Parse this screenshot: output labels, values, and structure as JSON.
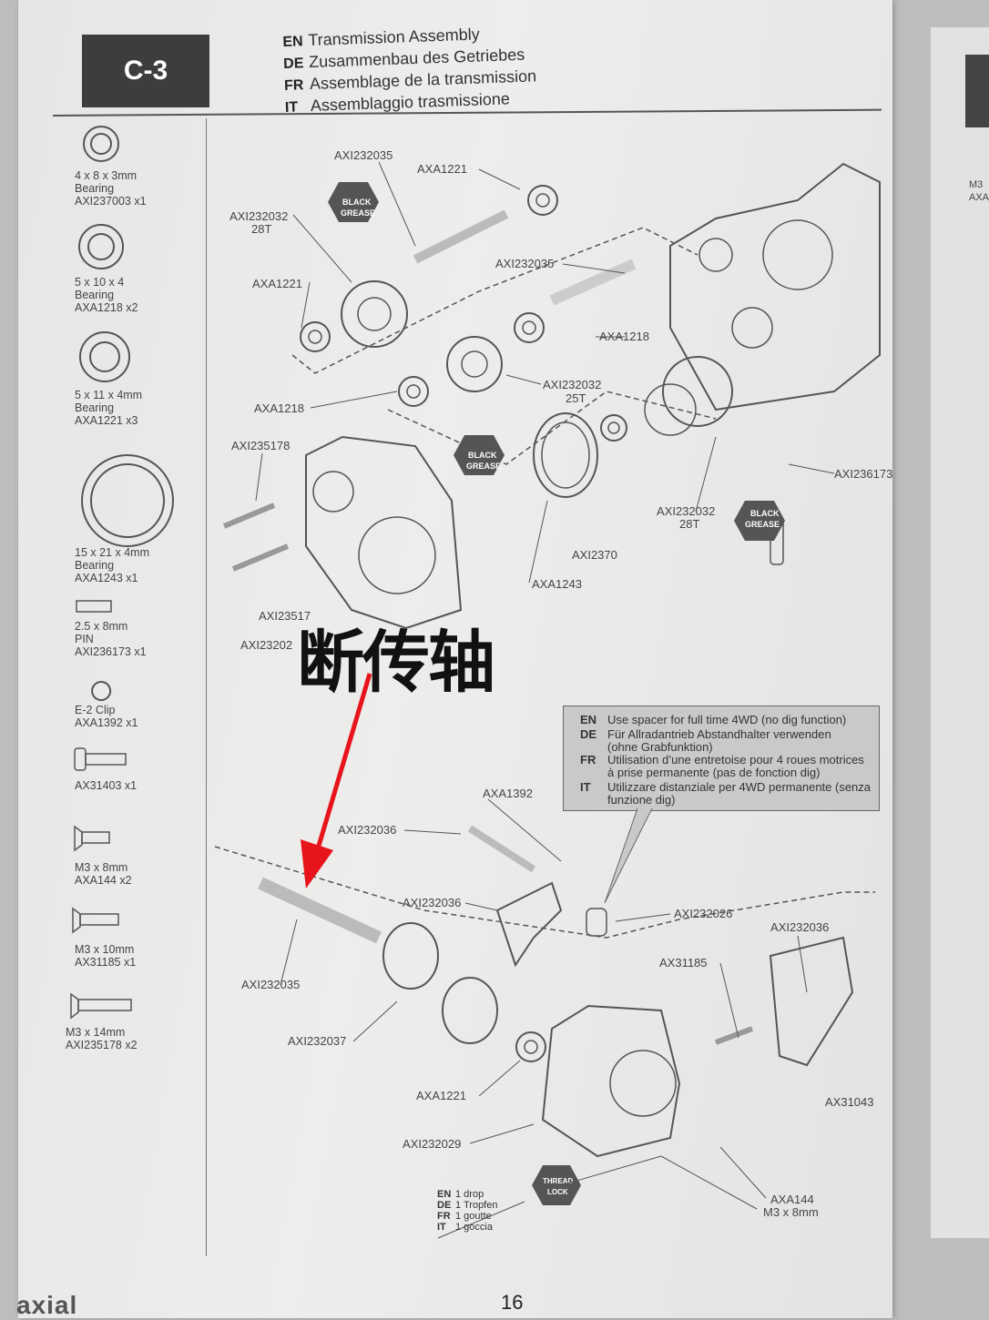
{
  "header": {
    "step": "C-3",
    "titles": [
      {
        "lang": "EN",
        "text": "Transmission Assembly"
      },
      {
        "lang": "DE",
        "text": "Zusammenbau des Getriebes"
      },
      {
        "lang": "FR",
        "text": "Assemblage de la transmission"
      },
      {
        "lang": "IT",
        "text": "Assemblaggio trasmissione"
      }
    ]
  },
  "parts": [
    {
      "l1": "4 x 8 x 3mm",
      "l2": "Bearing",
      "l3": "AXI237003 x1"
    },
    {
      "l1": "5 x 10 x 4",
      "l2": "Bearing",
      "l3": "AXA1218 x2"
    },
    {
      "l1": "5 x 11 x 4mm",
      "l2": "Bearing",
      "l3": "AXA1221 x3"
    },
    {
      "l1": "15 x 21 x 4mm",
      "l2": "Bearing",
      "l3": "AXA1243 x1"
    },
    {
      "l1": "2.5 x 8mm",
      "l2": "PIN",
      "l3": "AXI236173 x1"
    },
    {
      "l1": "E-2 Clip",
      "l2": "AXA1392 x1",
      "l3": ""
    },
    {
      "l1": "AX31403 x1",
      "l2": "",
      "l3": ""
    },
    {
      "l1": "M3 x 8mm",
      "l2": "AXA144 x2",
      "l3": ""
    },
    {
      "l1": "M3 x 10mm",
      "l2": "AX31185 x1",
      "l3": ""
    },
    {
      "l1": "M3 x 14mm",
      "l2": "AXI235178 x2",
      "l3": ""
    }
  ],
  "callouts": {
    "c1": "AXI232035",
    "c2": "AXA1221",
    "c3": "AXI232032",
    "c3b": "28T",
    "c4": "AXA1221",
    "c5": "AXI232035",
    "c6": "AXA1218",
    "c7": "AXA1218",
    "c8": "AXI232032",
    "c8b": "25T",
    "c9": "AXI235178",
    "c10": "AXI236173",
    "c11": "AXI232032",
    "c11b": "28T",
    "c12": "AXI2370",
    "c13": "AXA1243",
    "c14": "AXI23517",
    "c15": "AXI23202",
    "c16": "AXA1392",
    "c17": "AXI232036",
    "c18": "AXI232036",
    "c19": "AXI232026",
    "c20": "AXI232036",
    "c21": "AX31185",
    "c22": "AXI232035",
    "c23": "AXI232037",
    "c24": "AXA1221",
    "c25": "AXI232029",
    "c26": "AX31043",
    "c27": "AXA144",
    "c28": "M3 x 8mm"
  },
  "grease": {
    "black1": "BLACK",
    "black2": "GREASE",
    "thread1": "THREAD",
    "thread2": "LOCK"
  },
  "note": [
    {
      "lang": "EN",
      "text": "Use spacer for full time 4WD (no dig function)"
    },
    {
      "lang": "DE",
      "text": "Für Allradantrieb Abstandhalter verwenden\n(ohne Grabfunktion)"
    },
    {
      "lang": "FR",
      "text": "Utilisation d’une entretoise pour 4 roues motrices\nà prise permanente (pas de fonction dig)"
    },
    {
      "lang": "IT",
      "text": "Utilizzare distanziale per 4WD permanente (senza\nfunzione dig)"
    }
  ],
  "drop": [
    {
      "lang": "EN",
      "text": "1 drop"
    },
    {
      "lang": "DE",
      "text": "1 Tropfen"
    },
    {
      "lang": "FR",
      "text": "1 goutte"
    },
    {
      "lang": "IT",
      "text": "1 goccia"
    }
  ],
  "annotation": "断传轴",
  "footer": {
    "logo": "axial",
    "page": "16"
  },
  "right_page": {
    "text": "M3\nAXA"
  },
  "colors": {
    "arrow": "#e8141c",
    "tab": "#3d3d3d",
    "grease": "#555555"
  }
}
